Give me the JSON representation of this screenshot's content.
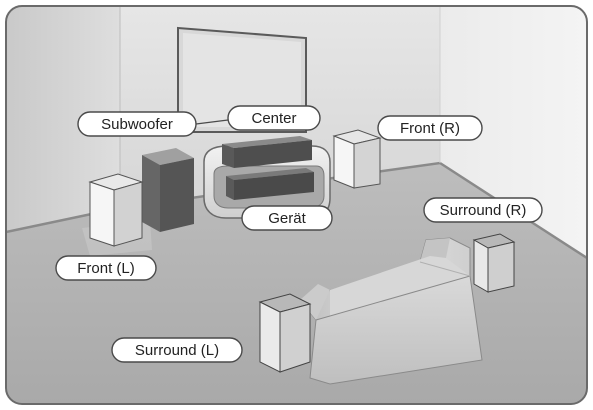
{
  "labels": {
    "subwoofer": "Subwoofer",
    "center": "Center",
    "front_r": "Front (R)",
    "front_l": "Front (L)",
    "device": "Gerät",
    "surround_r": "Surround (R)",
    "surround_l": "Surround (L)"
  }
}
